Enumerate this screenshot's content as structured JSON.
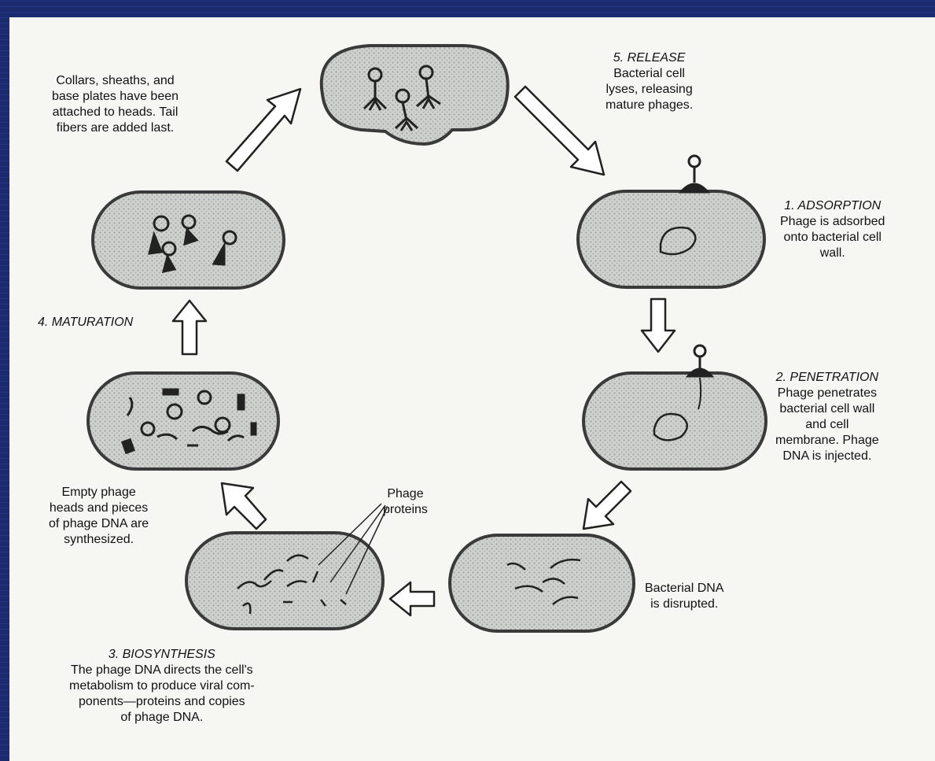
{
  "steps": {
    "release": {
      "title": "5. RELEASE",
      "lines": [
        "Bacterial cell",
        "lyses, releasing",
        "mature phages."
      ]
    },
    "adsorption": {
      "title": "1. ADSORPTION",
      "lines": [
        "Phage is adsorbed",
        "onto bacterial cell",
        "wall."
      ]
    },
    "penetration": {
      "title": "2. PENETRATION",
      "lines": [
        "Phage penetrates",
        "bacterial cell wall",
        "and cell",
        "membrane. Phage",
        "DNA is injected."
      ]
    },
    "disrupted": {
      "lines": [
        "Bacterial DNA",
        "is disrupted."
      ]
    },
    "biosynthesis": {
      "title": "3. BIOSYNTHESIS",
      "lines": [
        "The phage DNA directs the cell's",
        "metabolism to produce viral com-",
        "ponents—proteins and copies",
        "of phage DNA."
      ]
    },
    "synthesized": {
      "lines": [
        "Empty phage",
        "heads and pieces",
        "of phage DNA are",
        "synthesized."
      ]
    },
    "maturation": {
      "title": "4. MATURATION"
    },
    "assembled": {
      "lines": [
        "Collars, sheaths, and",
        "base plates have been",
        "attached to heads. Tail",
        "fibers are added last."
      ]
    },
    "phage_proteins": {
      "lines": [
        "Phage",
        "proteins"
      ]
    }
  },
  "colors": {
    "frame": "#1c2b70",
    "cell_fill": "#c8ccc8",
    "cell_border": "#3a3a3a",
    "arrow_stroke": "#222222"
  }
}
